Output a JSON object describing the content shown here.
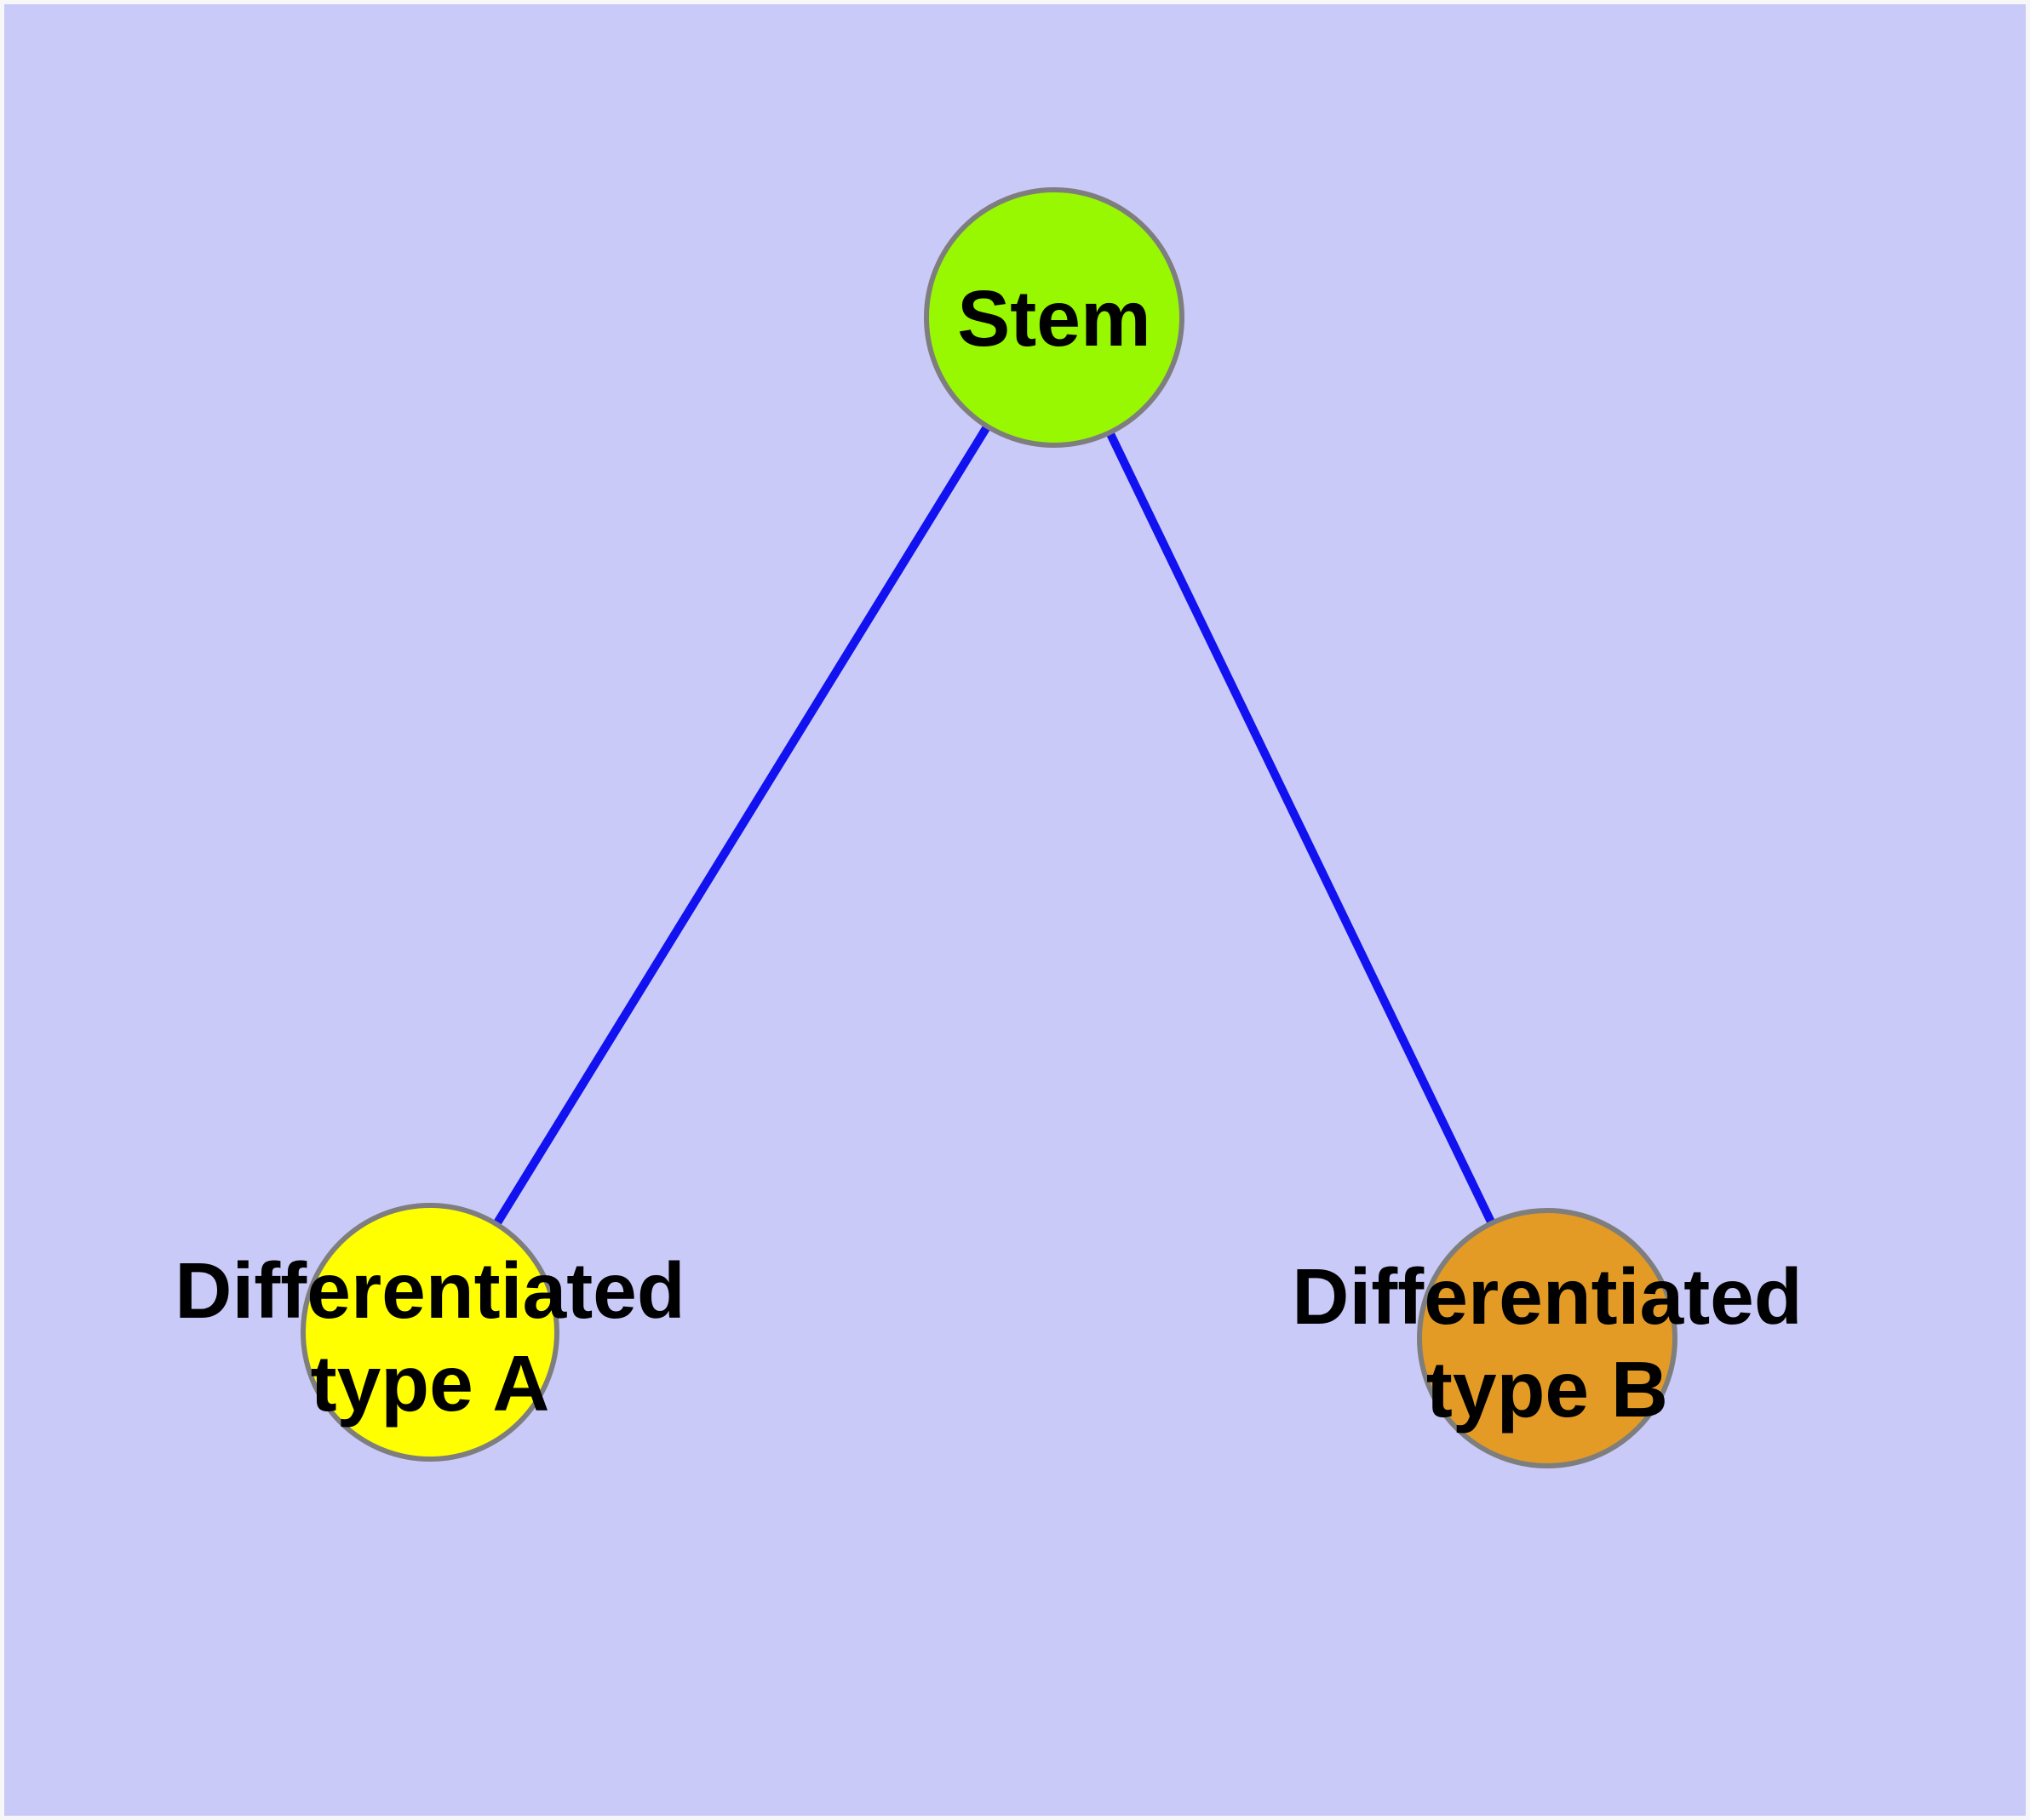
{
  "diagram": {
    "kind": "node-link-graph",
    "background_color": "#cacaf8",
    "edge_color": "#1212f0",
    "node_border_color": "#7e7e7e",
    "label_color": "#000000",
    "nodes": [
      {
        "id": "stem",
        "lines": [
          "Stem"
        ],
        "color": "#98f802"
      },
      {
        "id": "differentiated-type-a",
        "lines": [
          "Differentiated",
          "type A"
        ],
        "color": "#ffff00"
      },
      {
        "id": "differentiated-type-b",
        "lines": [
          "Differentiated",
          "type B"
        ],
        "color": "#e39b25"
      }
    ],
    "edges": [
      {
        "from": "stem",
        "to": "differentiated-type-a"
      },
      {
        "from": "stem",
        "to": "differentiated-type-b"
      }
    ]
  }
}
